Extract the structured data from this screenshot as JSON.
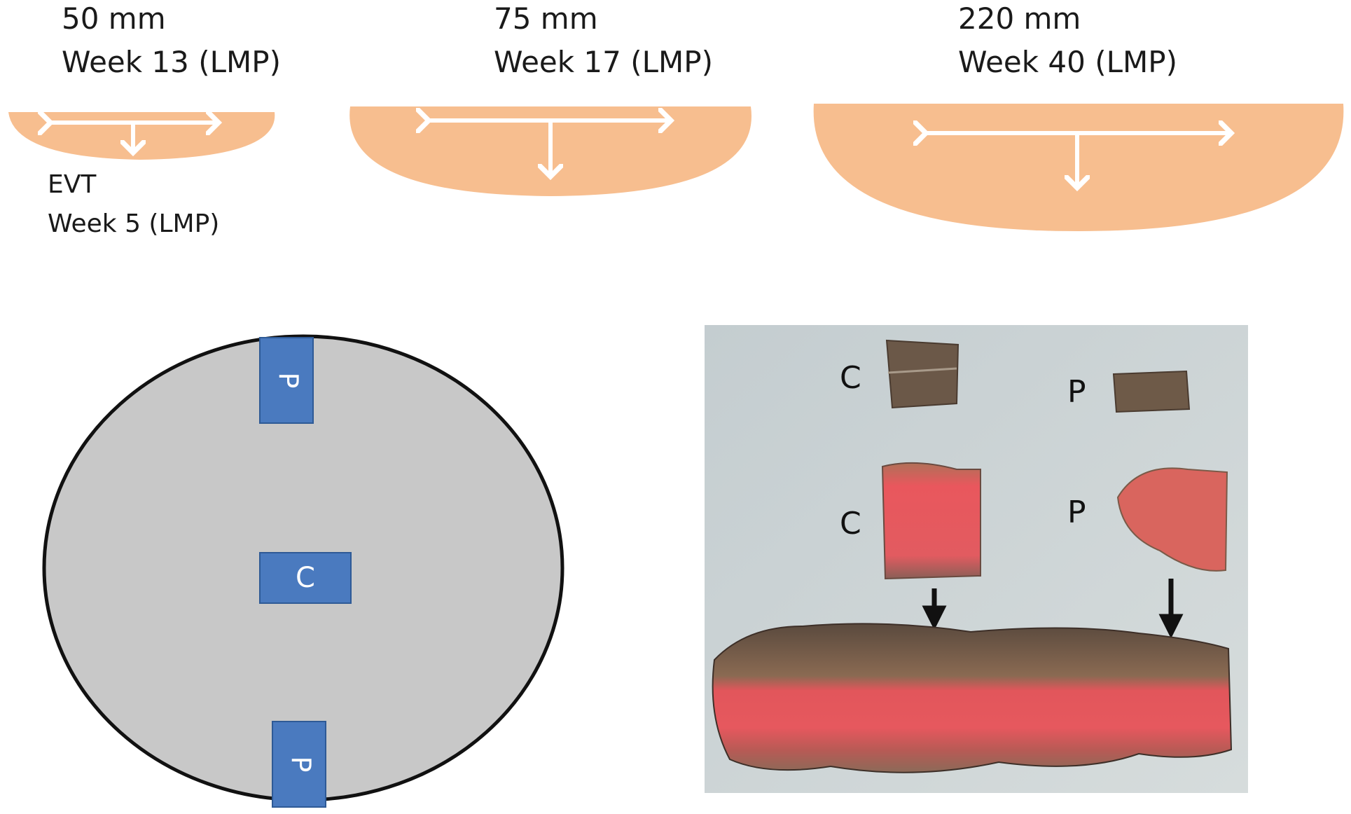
{
  "stages": [
    {
      "size": "50 mm",
      "week": "Week 13 (LMP)"
    },
    {
      "size": "75 mm",
      "week": "Week 17 (LMP)"
    },
    {
      "size": "220 mm",
      "week": "Week 40 (LMP)"
    }
  ],
  "evt": {
    "label": "EVT",
    "week": "Week 5 (LMP)"
  },
  "diagram": {
    "sample_central": "C",
    "sample_peripheral": "P",
    "colors": {
      "disc": "#c8c8c8",
      "sample_box": "#4a7abf",
      "placenta_shape": "#f7be8f"
    }
  },
  "photo": {
    "row1_left": "C",
    "row1_right": "P",
    "row2_left": "C",
    "row2_right": "P"
  }
}
